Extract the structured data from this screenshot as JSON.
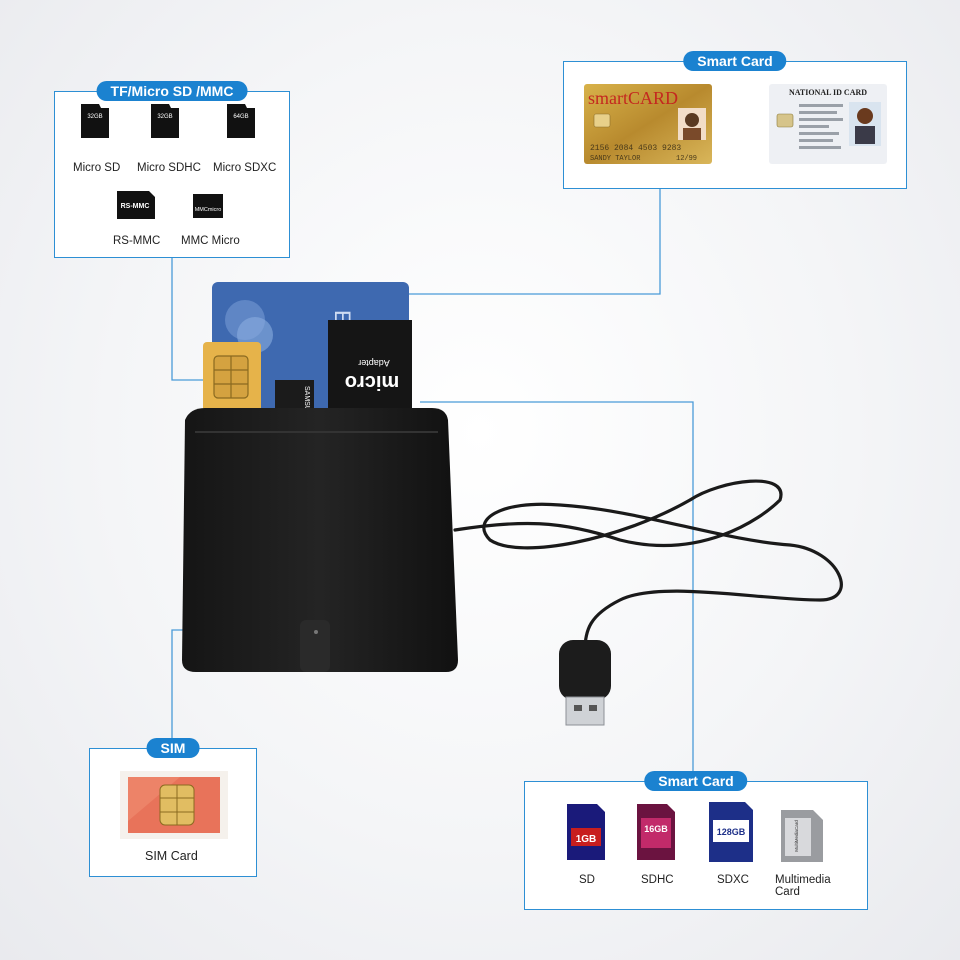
{
  "panels": {
    "tf": {
      "title": "TF/Micro SD /MMC",
      "items": [
        "Micro SD",
        "Micro SDHC",
        "Micro SDXC",
        "RS-MMC",
        "MMC Micro"
      ],
      "card_marks": {
        "micro_sd": "32GB",
        "micro_sdhc": "32GB",
        "micro_sdxc": "64GB",
        "rs_mmc": "RS-MMC",
        "mmc_micro": "MMCmicro"
      }
    },
    "smart_top": {
      "title": "Smart Card",
      "smartcard_logo": "smartCARD",
      "smartcard_number": "2156 2084 4503 9283",
      "smartcard_name": "SANDY TAYLOR",
      "smartcard_expiry": "12/99",
      "idcard_title": "NATIONAL ID CARD"
    },
    "sim": {
      "title": "SIM",
      "item": "SIM Card"
    },
    "smart_bottom": {
      "title": "Smart Card",
      "items": [
        "SD",
        "SDHC",
        "SDXC",
        "Multimedia Card"
      ],
      "card_marks": {
        "sd": "1GB",
        "sdhc": "16GB",
        "sdxc": "128GB",
        "mmc": "MultiMediaCard"
      }
    }
  },
  "device": {
    "adapter_label": "Adapter",
    "adapter_brand": "micro",
    "microsd_brand": "SAMSUNG",
    "card_text": "EE"
  },
  "colors": {
    "accent": "#1b82d0",
    "device_body": "#1a1a1a"
  }
}
